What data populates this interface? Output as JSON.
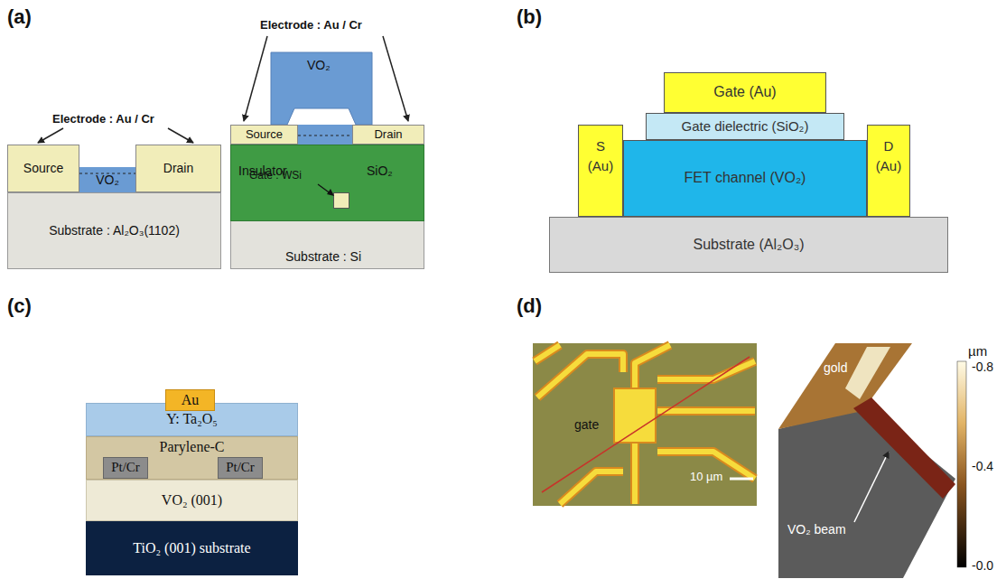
{
  "diagram": {
    "nodes": [
      {
        "text": [
          "Substrate : Al₂O₃(1102)"
        ]
      },
      {
        "text": [
          "Source"
        ]
      },
      {
        "text": [
          "VO₂"
        ]
      },
      {
        "text": [
          "Drain"
        ]
      },
      {
        "text": [
          "VO₂"
        ]
      },
      {
        "text": [
          "Source"
        ]
      },
      {
        "text": [
          "Drain"
        ]
      },
      {
        "text": [
          "Insulator",
          "SiO₂"
        ]
      },
      {
        "text": [
          "Gate : WSi"
        ],
        "in": 7
      },
      {
        "text": [
          "Substrate : Si"
        ]
      },
      {
        "text": [
          "Gate (Au)"
        ]
      },
      {
        "text": [
          "Gate dielectric (SiO₂)"
        ]
      },
      {
        "text": [
          "S",
          "(Au)"
        ]
      },
      {
        "text": [
          "FET channel (VO₂)"
        ]
      },
      {
        "text": [
          "D",
          "(Au)"
        ]
      },
      {
        "text": [
          "Substrate (Al₂O₃)"
        ]
      },
      {
        "text": [
          "Au"
        ]
      },
      {
        "text": [
          "Y: Ta₂O₅"
        ]
      },
      {
        "text": [
          "Parylene-C"
        ]
      },
      {
        "text": [
          "Pt/Cr"
        ],
        "in": 18
      },
      {
        "text": [
          "Pt/Cr"
        ],
        "in": 18
      },
      {
        "text": [
          "VO₂ (001)"
        ]
      },
      {
        "text": [
          "TiO₂ (001) substrate"
        ]
      }
    ],
    "labels": [
      "(a)",
      "(b)",
      "(c)",
      "(d)",
      "Electrode : Au / Cr",
      "Electrode : Au / Cr",
      "gate",
      "10 µm",
      "gold",
      "VO₂ beam",
      "µm",
      "-0.8",
      "-0.4",
      "-0.0"
    ]
  }
}
